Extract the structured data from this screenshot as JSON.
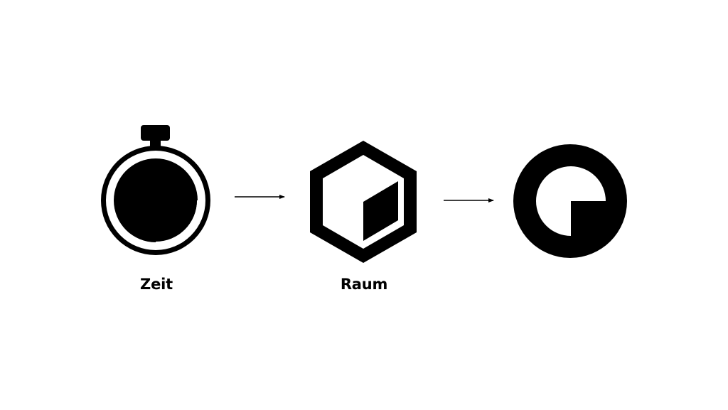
{
  "diagram": {
    "nodes": [
      {
        "id": "zeit",
        "label": "Zeit",
        "icon": "stopwatch-icon"
      },
      {
        "id": "raum",
        "label": "Raum",
        "icon": "hexagon-cube-icon"
      },
      {
        "id": "result",
        "label": "",
        "icon": "circle-quadrant-logo-icon"
      }
    ],
    "edges": [
      {
        "from": "zeit",
        "to": "raum"
      },
      {
        "from": "raum",
        "to": "result"
      }
    ]
  },
  "colors": {
    "foreground": "#000000",
    "background": "#ffffff"
  }
}
